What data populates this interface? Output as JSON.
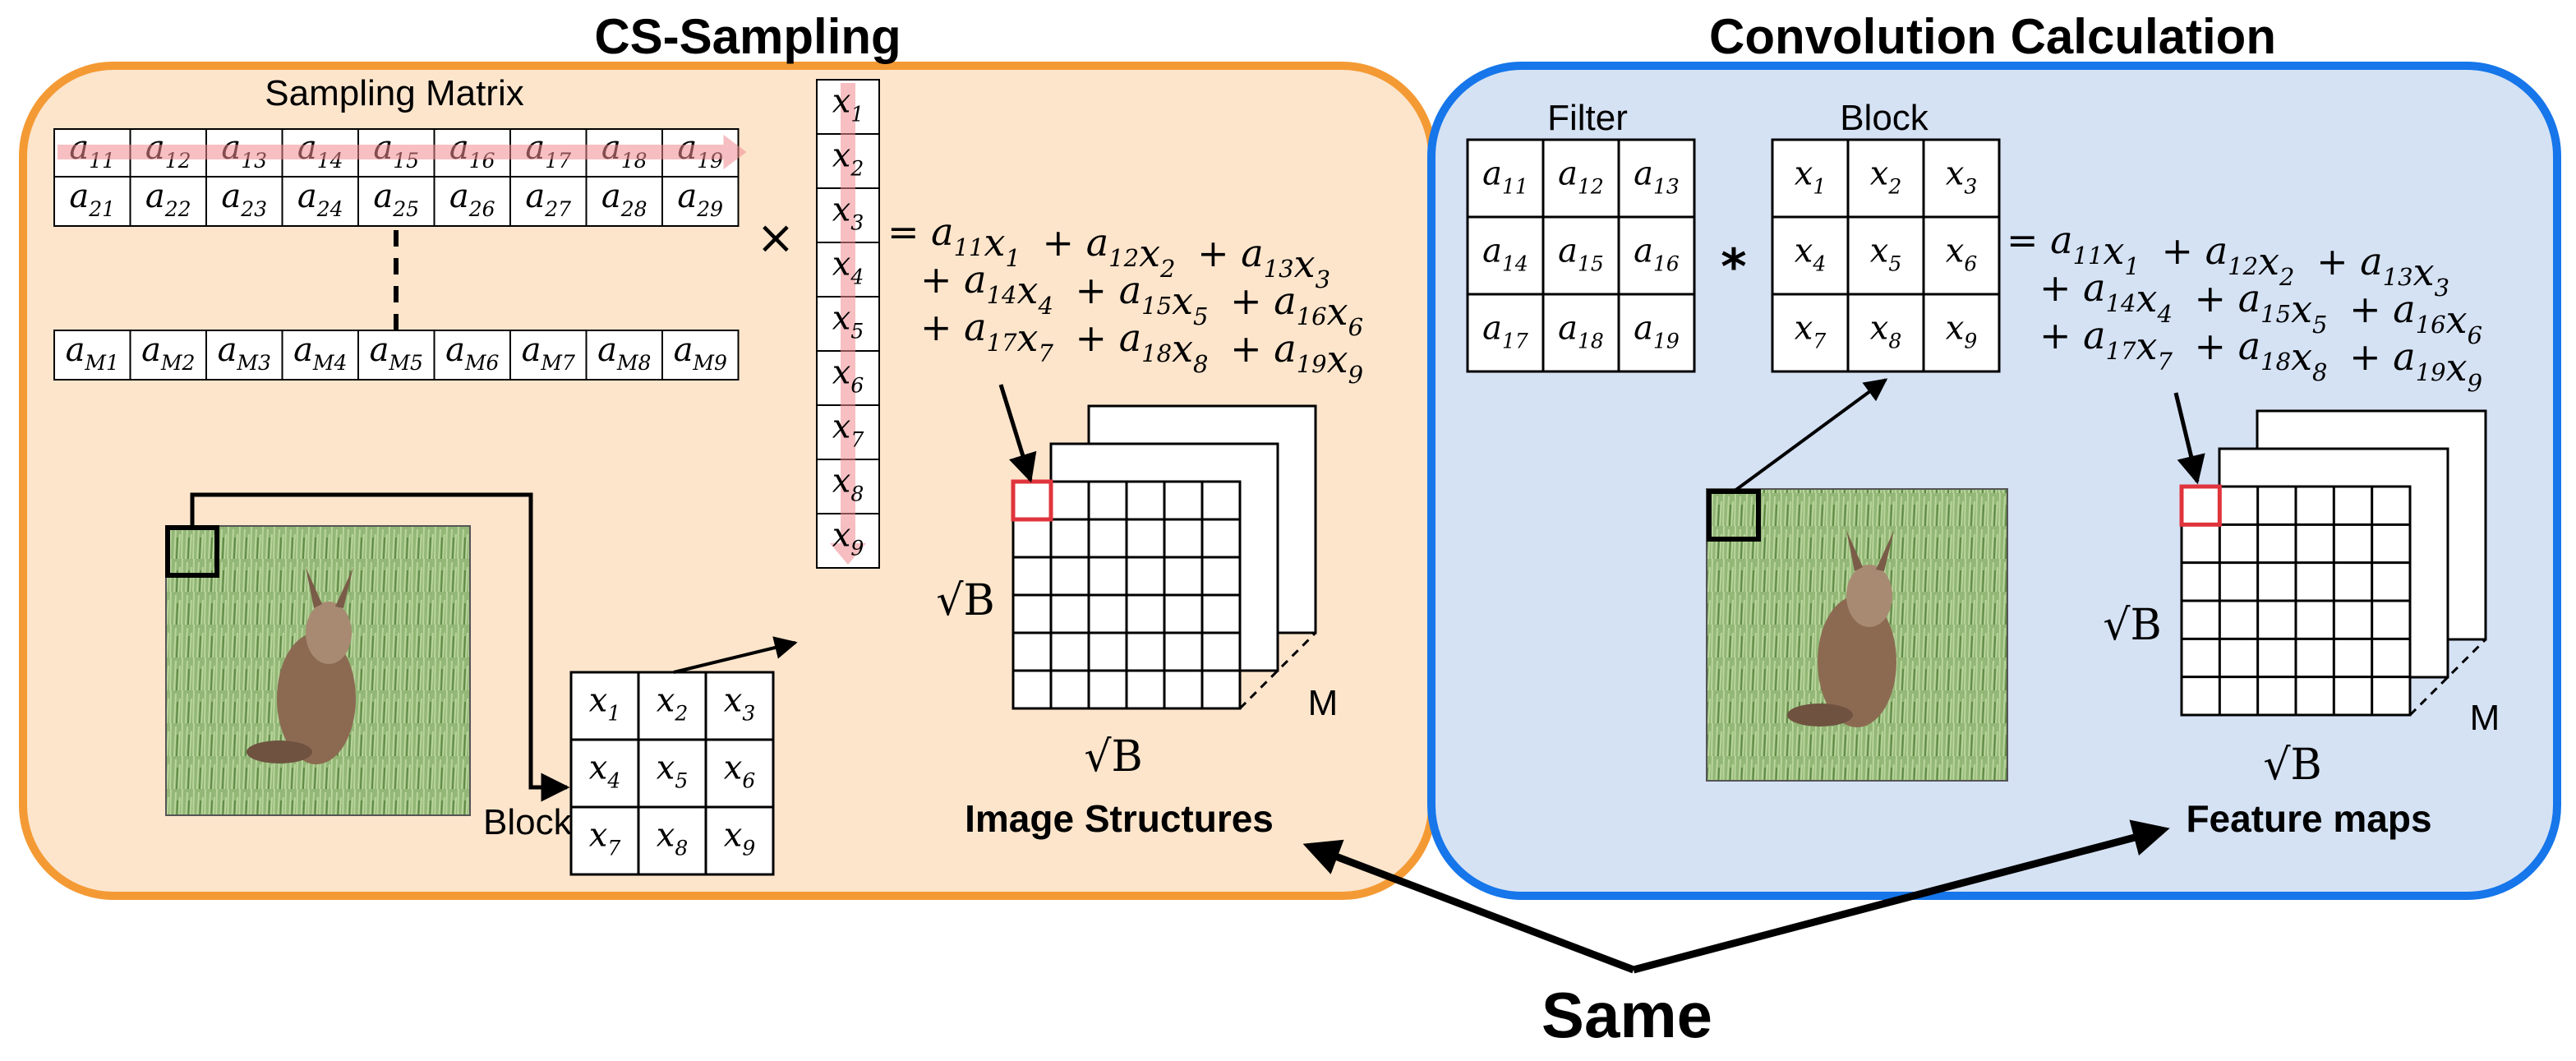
{
  "cs_panel": {
    "title": "CS-Sampling",
    "sampling_matrix_label": "Sampling Matrix",
    "row1": [
      [
        "a",
        "11"
      ],
      [
        "a",
        "12"
      ],
      [
        "a",
        "13"
      ],
      [
        "a",
        "14"
      ],
      [
        "a",
        "15"
      ],
      [
        "a",
        "16"
      ],
      [
        "a",
        "17"
      ],
      [
        "a",
        "18"
      ],
      [
        "a",
        "19"
      ]
    ],
    "row2": [
      [
        "a",
        "21"
      ],
      [
        "a",
        "22"
      ],
      [
        "a",
        "23"
      ],
      [
        "a",
        "24"
      ],
      [
        "a",
        "25"
      ],
      [
        "a",
        "26"
      ],
      [
        "a",
        "27"
      ],
      [
        "a",
        "28"
      ],
      [
        "a",
        "29"
      ]
    ],
    "rowM": [
      [
        "a",
        "M1"
      ],
      [
        "a",
        "M2"
      ],
      [
        "a",
        "M3"
      ],
      [
        "a",
        "M4"
      ],
      [
        "a",
        "M5"
      ],
      [
        "a",
        "M6"
      ],
      [
        "a",
        "M7"
      ],
      [
        "a",
        "M8"
      ],
      [
        "a",
        "M9"
      ]
    ],
    "times": "×",
    "vector": [
      [
        "x",
        "1"
      ],
      [
        "x",
        "2"
      ],
      [
        "x",
        "3"
      ],
      [
        "x",
        "4"
      ],
      [
        "x",
        "5"
      ],
      [
        "x",
        "6"
      ],
      [
        "x",
        "7"
      ],
      [
        "x",
        "8"
      ],
      [
        "x",
        "9"
      ]
    ],
    "block_label": "Block",
    "block": [
      [
        "x",
        "1"
      ],
      [
        "x",
        "2"
      ],
      [
        "x",
        "3"
      ],
      [
        "x",
        "4"
      ],
      [
        "x",
        "5"
      ],
      [
        "x",
        "6"
      ],
      [
        "x",
        "7"
      ],
      [
        "x",
        "8"
      ],
      [
        "x",
        "9"
      ]
    ],
    "structures_label": "Image Structures",
    "grid_side_label": "√B",
    "grid_depth_label": "M"
  },
  "conv_panel": {
    "title": "Convolution Calculation",
    "filter_label": "Filter",
    "block_label": "Block",
    "filter": [
      [
        "a",
        "11"
      ],
      [
        "a",
        "12"
      ],
      [
        "a",
        "13"
      ],
      [
        "a",
        "14"
      ],
      [
        "a",
        "15"
      ],
      [
        "a",
        "16"
      ],
      [
        "a",
        "17"
      ],
      [
        "a",
        "18"
      ],
      [
        "a",
        "19"
      ]
    ],
    "block": [
      [
        "x",
        "1"
      ],
      [
        "x",
        "2"
      ],
      [
        "x",
        "3"
      ],
      [
        "x",
        "4"
      ],
      [
        "x",
        "5"
      ],
      [
        "x",
        "6"
      ],
      [
        "x",
        "7"
      ],
      [
        "x",
        "8"
      ],
      [
        "x",
        "9"
      ]
    ],
    "conv_op": "*",
    "feature_label": "Feature maps",
    "grid_side_label": "√B",
    "grid_depth_label": "M"
  },
  "equation_lines": [
    [
      [
        "=",
        ""
      ],
      [
        "a",
        "11"
      ],
      [
        "x",
        "1"
      ],
      [
        "+",
        ""
      ],
      [
        "a",
        "12"
      ],
      [
        "x",
        "2"
      ],
      [
        "+",
        ""
      ],
      [
        "a",
        "13"
      ],
      [
        "x",
        "3"
      ]
    ],
    [
      [
        "+",
        ""
      ],
      [
        "a",
        "14"
      ],
      [
        "x",
        "4"
      ],
      [
        "+",
        ""
      ],
      [
        "a",
        "15"
      ],
      [
        "x",
        "5"
      ],
      [
        "+",
        ""
      ],
      [
        "a",
        "16"
      ],
      [
        "x",
        "6"
      ]
    ],
    [
      [
        "+",
        ""
      ],
      [
        "a",
        "17"
      ],
      [
        "x",
        "7"
      ],
      [
        "+",
        ""
      ],
      [
        "a",
        "18"
      ],
      [
        "x",
        "8"
      ],
      [
        "+",
        ""
      ],
      [
        "a",
        "19"
      ],
      [
        "x",
        "9"
      ]
    ]
  ],
  "same_label": "Same",
  "colors": {
    "cs_fill": "#fde5cc",
    "cs_border": "#f49a34",
    "conv_fill": "#d5e2f4",
    "conv_border": "#1676ea",
    "highlight": "#f08a8f",
    "red_cell": "#e0343c"
  }
}
